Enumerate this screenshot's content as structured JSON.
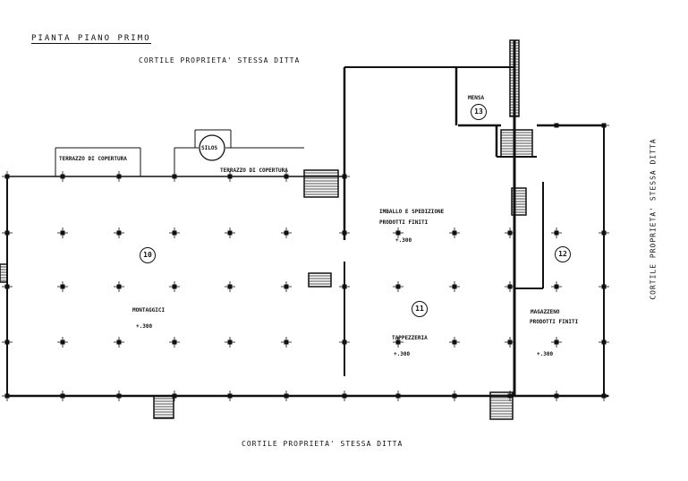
{
  "title": "PIANTA PIANO PRIMO",
  "courtyard": {
    "top": "CORTILE  PROPRIETA'  STESSA  DITTA",
    "bottom": "CORTILE  PROPRIETA'  STESSA  DITTA",
    "right": "CORTILE  PROPRIETA'  STESSA  DITTA"
  },
  "features": {
    "terrace_left": "TERRAZZO DI COPERTURA",
    "terrace_right": "TERRAZZO DI COPERTURA",
    "silos": "SILOS"
  },
  "rooms": [
    {
      "number": "10",
      "name": "MONTAGGICI",
      "elevation": "+.300"
    },
    {
      "number": "11",
      "name": "TAPPEZZERIA",
      "elevation": "+.300",
      "name2": "IMBALLO E SPEDIZIONE",
      "name2b": "PRODOTTI FINITI",
      "elevation2": "+.300"
    },
    {
      "number": "12",
      "name": "MAGAZZENO",
      "name_b": "PRODOTTI FINITI",
      "elevation": "+.300"
    },
    {
      "number": "13",
      "name": "MENSA"
    }
  ]
}
